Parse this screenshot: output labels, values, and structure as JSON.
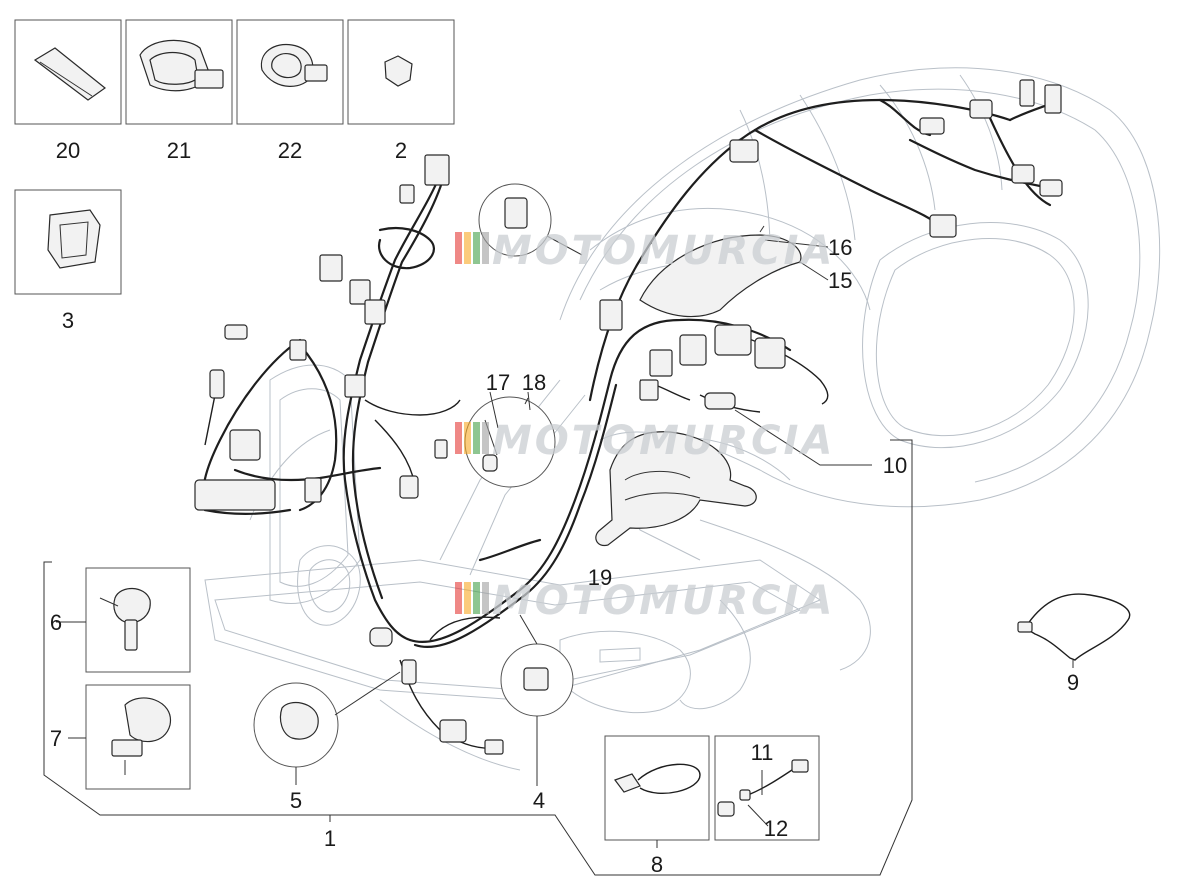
{
  "diagram": {
    "part_numbers": {
      "p20": "20",
      "p21": "21",
      "p22": "22",
      "p2": "2",
      "p3": "3",
      "p16": "16",
      "p15": "15",
      "p17": "17",
      "p18": "18",
      "p10": "10",
      "p19": "19",
      "p6": "6",
      "p7": "7",
      "p5": "5",
      "p4": "4",
      "p1": "1",
      "p8": "8",
      "p11": "11",
      "p12": "12",
      "p9": "9"
    },
    "watermark": "MOTOMURCIA",
    "watermark_colors": [
      "#e53935",
      "#f9a825",
      "#43a047",
      "#9e9e9e"
    ]
  }
}
